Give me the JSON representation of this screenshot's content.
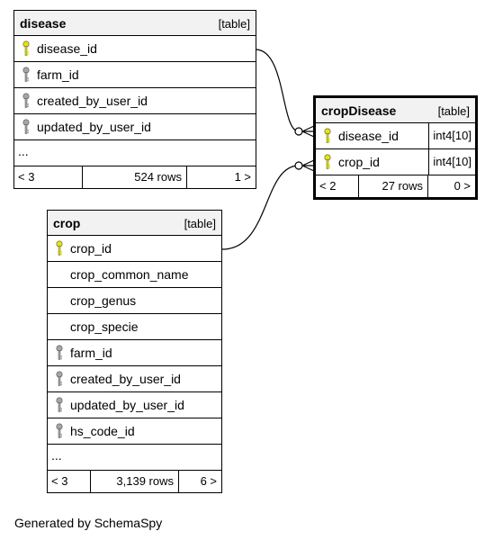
{
  "tables": {
    "disease": {
      "name": "disease",
      "kind": "[table]",
      "columns": [
        {
          "name": "disease_id",
          "key": "primary"
        },
        {
          "name": "farm_id",
          "key": "foreign"
        },
        {
          "name": "created_by_user_id",
          "key": "foreign"
        },
        {
          "name": "updated_by_user_id",
          "key": "foreign"
        }
      ],
      "more": "...",
      "footer": {
        "left": "< 3",
        "rows": "524 rows",
        "right": "1 >"
      }
    },
    "cropDisease": {
      "name": "cropDisease",
      "kind": "[table]",
      "columns": [
        {
          "name": "disease_id",
          "key": "primary",
          "type": "int4[10]"
        },
        {
          "name": "crop_id",
          "key": "primary",
          "type": "int4[10]"
        }
      ],
      "footer": {
        "left": "< 2",
        "rows": "27 rows",
        "right": "0 >"
      }
    },
    "crop": {
      "name": "crop",
      "kind": "[table]",
      "columns": [
        {
          "name": "crop_id",
          "key": "primary"
        },
        {
          "name": "crop_common_name",
          "key": "none"
        },
        {
          "name": "crop_genus",
          "key": "none"
        },
        {
          "name": "crop_specie",
          "key": "none"
        },
        {
          "name": "farm_id",
          "key": "foreign"
        },
        {
          "name": "created_by_user_id",
          "key": "foreign"
        },
        {
          "name": "updated_by_user_id",
          "key": "foreign"
        },
        {
          "name": "hs_code_id",
          "key": "foreign"
        }
      ],
      "more": "...",
      "footer": {
        "left": "< 3",
        "rows": "3,139 rows",
        "right": "6 >"
      }
    }
  },
  "colors": {
    "primary_key": "#e6e600",
    "foreign_key": "#a6a6a6",
    "header_bg": "#f2f2f2"
  },
  "generated_by": "Generated by SchemaSpy"
}
